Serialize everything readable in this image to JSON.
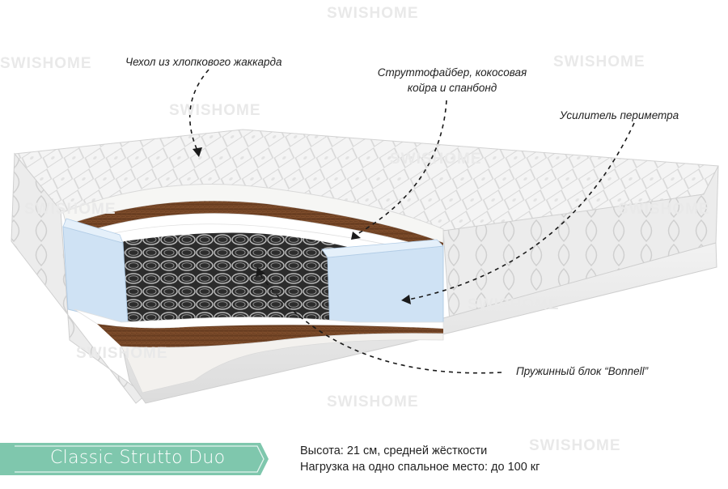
{
  "watermark": {
    "brand": "SWISHOME"
  },
  "callouts": {
    "cover": "Чехол из хлопкового жаккарда",
    "filler_line1": "Струттофайбер, кокосовая",
    "filler_line2": "койра и спанбонд",
    "perimeter": "Усилитель периметра",
    "spring_block": "Пружинный блок “Bonnell”"
  },
  "product": {
    "name": "Classic Strutto Duo",
    "banner_color": "#7fc7ad"
  },
  "specs": {
    "height": "Высота: 21 см, средней жёсткости",
    "load": "Нагрузка на одно спальное место: до 100 кг"
  },
  "colors": {
    "coir": "#6b3f22",
    "foam": "#f3f1ee",
    "perimeter_foam": "#cfe2f4",
    "fabric": "#f4f4f4"
  },
  "icons": {
    "logo_mark": "flower-dots-icon"
  }
}
